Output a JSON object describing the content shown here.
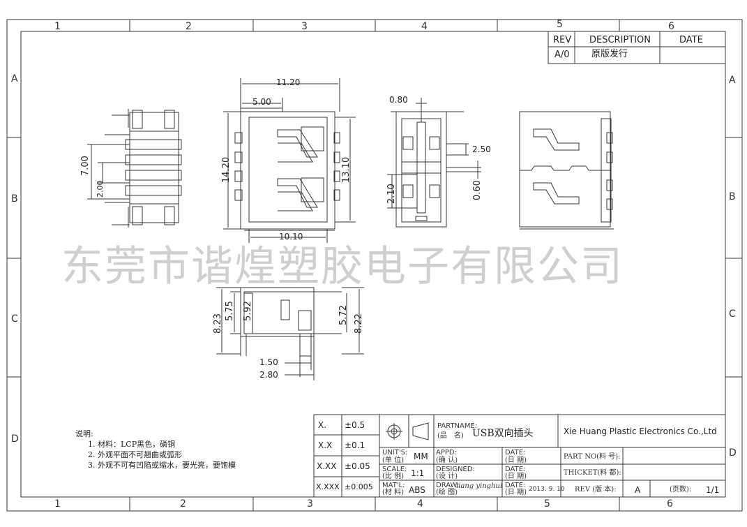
{
  "zones": {
    "columns": [
      "1",
      "2",
      "3",
      "4",
      "5",
      "6"
    ],
    "rows": [
      "A",
      "B",
      "C",
      "D"
    ]
  },
  "revision_table": {
    "headers": [
      "REV",
      "DESCRIPTION",
      "DATE"
    ],
    "row": {
      "rev": "A/0",
      "description": "原版发行",
      "date": ""
    }
  },
  "watermark": "东莞市谐煌塑胶电子有限公司",
  "dimensions": {
    "front_height": "7.00",
    "front_pitch": "2.00",
    "top_width": "11.20",
    "top_inner": "5.00",
    "left_height": "14.20",
    "right_height": "13.10",
    "bottom_width": "10.10",
    "end_top": "0.80",
    "end_pin": "2.50",
    "end_left": "2.10",
    "end_right": "0.60",
    "side_left_outer": "8.23",
    "side_left_mid": "5.75",
    "side_left_inner": "5.92",
    "side_right_inner": "5.72",
    "side_right_outer": "8.22",
    "side_bottom_1": "1.50",
    "side_bottom_2": "2.80"
  },
  "notes": {
    "title": "说明:",
    "items": [
      "1. 材料：LCP黑色，磷铜",
      "2. 外观平面不可翘曲或弧形",
      "3. 外观不可有凹陷或缩水，要光亮，要饱模"
    ]
  },
  "title_block": {
    "tolerances": [
      {
        "label": "X.",
        "value": "±0.5"
      },
      {
        "label": "X.X",
        "value": "±0.1"
      },
      {
        "label": "X.XX",
        "value": "±0.05"
      },
      {
        "label": "X.XXX",
        "value": "±0.005"
      }
    ],
    "partname_label": "PARTNAME:",
    "partname_cn": "(品　名)",
    "partname_value": "USB双向插头",
    "company": "Xie Huang Plastic Electronics Co.,Ltd",
    "units_label": "UNIT'S:",
    "units_cn": "(单 位)",
    "units_value": "MM",
    "appd_label": "APPD:",
    "appd_cn": "(确 认)",
    "date_label": "DATE:",
    "date_cn": "(日 期)",
    "part_no_label": "PART NO(料 号):",
    "scale_label": "SCALE:",
    "scale_cn": "(比 例)",
    "scale_value": "1:1",
    "designed_label": "DESIGNED:",
    "designed_cn": "(设 计)",
    "thicket_label": "THICKET(料 都):",
    "matl_label": "MAT'L:",
    "matl_cn": "(材 料)",
    "matl_value": "ABS",
    "draw_label": "DRAW:",
    "draw_cn": "(绘 图)",
    "draw_value": "liang yinghui",
    "draw_date": "2013. 9. 10",
    "rev_label": "REV (版 本):",
    "rev_value": "A",
    "page_label": "(页数):",
    "page_value": "1/1"
  }
}
